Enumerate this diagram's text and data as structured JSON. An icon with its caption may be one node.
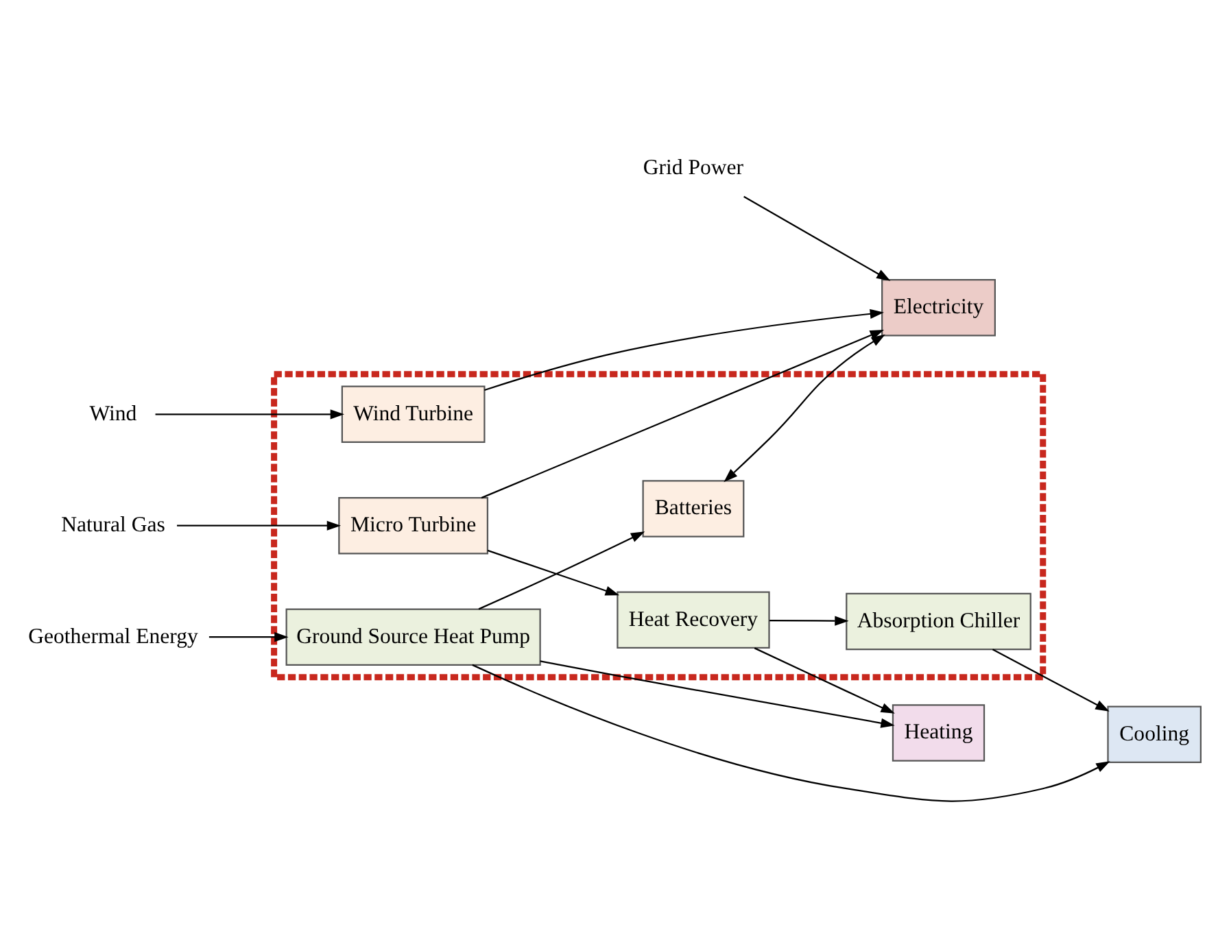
{
  "diagram": {
    "nodes": [
      {
        "text": [],
        "shape": "box"
      },
      {
        "text": [
          "Natural Gas"
        ]
      },
      {
        "text": [
          "Micro Turbine"
        ],
        "in": 0
      },
      {
        "text": [
          "Heat Recovery"
        ],
        "in": 0
      },
      {
        "text": [
          "Wind"
        ]
      },
      {
        "text": [
          "Wind Turbine"
        ],
        "in": 0
      },
      {
        "text": [
          "Absorption Chiller"
        ],
        "in": 0
      },
      {
        "text": [
          "Heating"
        ]
      },
      {
        "text": [
          "Geothermal Energy"
        ]
      },
      {
        "text": [
          "Cooling"
        ]
      },
      {
        "text": [
          "Batteries"
        ],
        "in": 0
      },
      {
        "text": [
          "Ground Source Heat Pump"
        ],
        "in": 0
      },
      {
        "text": [
          "Grid Power"
        ]
      },
      {
        "text": [
          "Electricity"
        ]
      }
    ],
    "edges": [
      {
        "from": 1,
        "to": 2,
        "arrow": "to"
      },
      {
        "from": 2,
        "to": 3,
        "arrow": "to"
      },
      {
        "from": 4,
        "to": 5,
        "arrow": "to"
      },
      {
        "from": 3,
        "to": 6,
        "arrow": "to"
      },
      {
        "from": 3,
        "to": 7,
        "arrow": "to"
      },
      {
        "from": 11,
        "to": 7,
        "arrow": "to"
      },
      {
        "from": 6,
        "to": 9,
        "arrow": "to"
      },
      {
        "from": 11,
        "to": 9,
        "arrow": "to"
      },
      {
        "from": 8,
        "to": 11,
        "arrow": "to"
      },
      {
        "from": 11,
        "to": 10,
        "arrow": "to"
      },
      {
        "from": 10,
        "to": 13,
        "arrow": "both"
      },
      {
        "from": 2,
        "to": 13,
        "arrow": "to"
      },
      {
        "from": 5,
        "to": 13,
        "arrow": "to"
      },
      {
        "from": 12,
        "to": 13,
        "arrow": "to"
      }
    ]
  }
}
